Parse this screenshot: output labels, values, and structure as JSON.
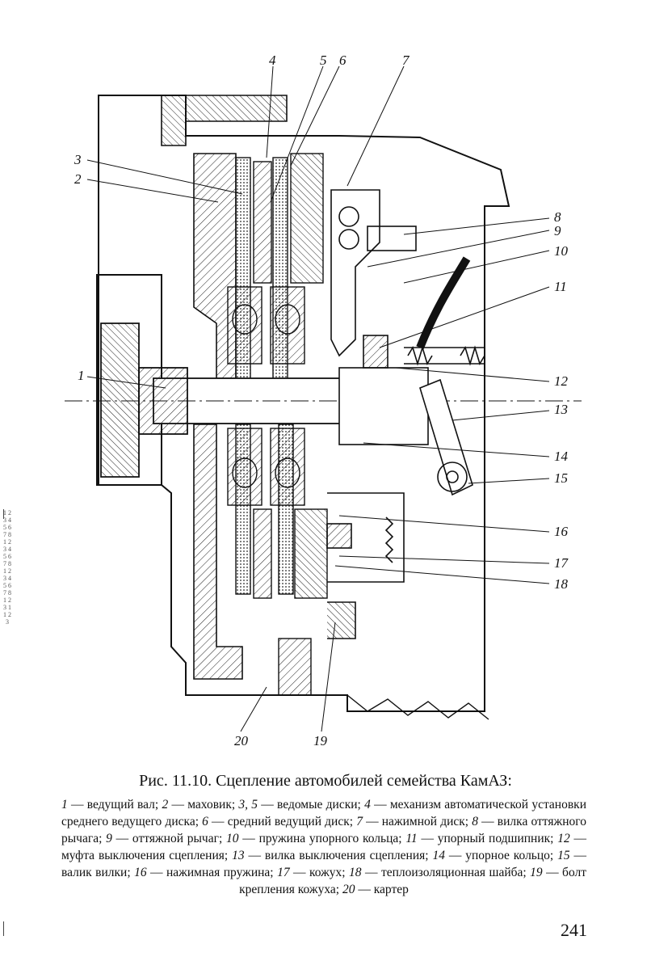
{
  "figure": {
    "title": "Рис. 11.10. Сцепление автомобилей семейства КамАЗ:",
    "legend": [
      {
        "num": "1",
        "text": "ведущий вал"
      },
      {
        "num": "2",
        "text": "маховик"
      },
      {
        "num": "3, 5",
        "text": "ведомые диски"
      },
      {
        "num": "4",
        "text": "механизм автоматической установки среднего ведущего диска"
      },
      {
        "num": "6",
        "text": "средний ведущий диск"
      },
      {
        "num": "7",
        "text": "нажимной диск"
      },
      {
        "num": "8",
        "text": "вилка оттяжного рычага"
      },
      {
        "num": "9",
        "text": "оттяжной рычаг"
      },
      {
        "num": "10",
        "text": "пружина упорного кольца"
      },
      {
        "num": "11",
        "text": "упорный подшипник"
      },
      {
        "num": "12",
        "text": "муфта выключения сцепления"
      },
      {
        "num": "13",
        "text": "вилка выключения сцепления"
      },
      {
        "num": "14",
        "text": "упорное кольцо"
      },
      {
        "num": "15",
        "text": "валик вилки"
      },
      {
        "num": "16",
        "text": "нажимная пружина"
      },
      {
        "num": "17",
        "text": "кожух"
      },
      {
        "num": "18",
        "text": "теплоизоляционная шайба"
      },
      {
        "num": "19",
        "text": "болт крепления кожуха"
      },
      {
        "num": "20",
        "text": "картер"
      }
    ]
  },
  "callouts": {
    "c1": "1",
    "c2": "2",
    "c3": "3",
    "c4": "4",
    "c5": "5",
    "c6": "6",
    "c7": "7",
    "c8": "8",
    "c9": "9",
    "c10": "10",
    "c11": "11",
    "c12": "12",
    "c13": "13",
    "c14": "14",
    "c15": "15",
    "c16": "16",
    "c17": "17",
    "c18": "18",
    "c19": "19",
    "c20": "20"
  },
  "margin_digits": "1 2 3 4 5 6 7 8  1 2 3 4 5 6 7 8  1 2 3 4 5 6 7 8  1 2 3 1 1 2 3",
  "page_number": "241"
}
